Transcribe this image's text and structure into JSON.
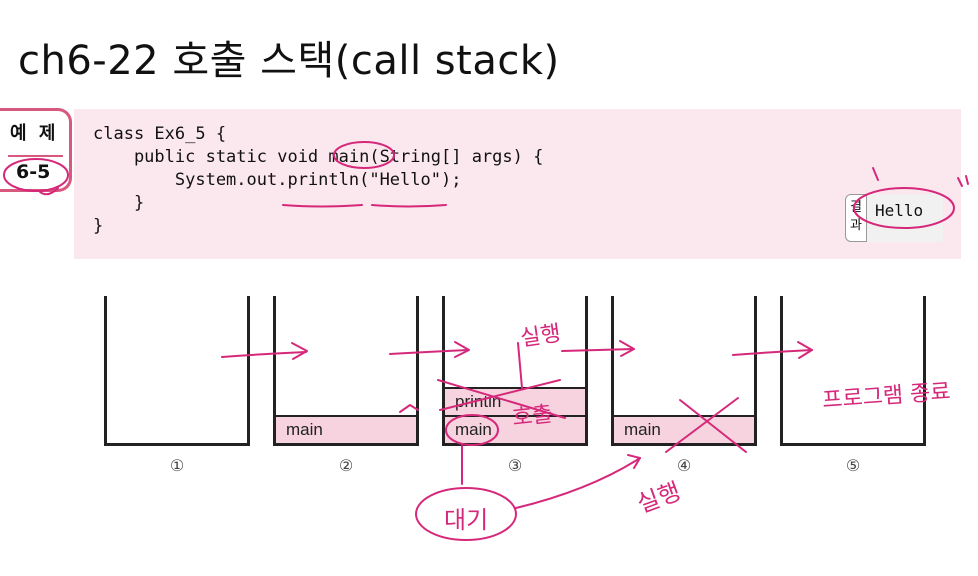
{
  "title": "ch6-22 호출 스택(call stack)",
  "example": {
    "label": "예 제",
    "number": "6-5"
  },
  "code": {
    "lines": [
      "class Ex6_5 {",
      "    public static void main(String[] args) {",
      "        System.out.println(\"Hello\");",
      "    }",
      "}"
    ]
  },
  "result": {
    "label": "결\n과",
    "output": "Hello"
  },
  "stacks": [
    {
      "step": "①",
      "frames": []
    },
    {
      "step": "②",
      "frames": [
        "main"
      ]
    },
    {
      "step": "③",
      "frames": [
        "main",
        "println"
      ]
    },
    {
      "step": "④",
      "frames": [
        "main"
      ]
    },
    {
      "step": "⑤",
      "frames": []
    }
  ],
  "annotations": {
    "run_top": "실행",
    "call": "호출",
    "wait": "대기",
    "run_bottom": "실행",
    "program_end": "프로그램 종료"
  },
  "colors": {
    "accent": "#d9587e",
    "ink": "#d6287a",
    "frame_fill": "#f6d3df",
    "code_bg": "#fbe7ee"
  }
}
